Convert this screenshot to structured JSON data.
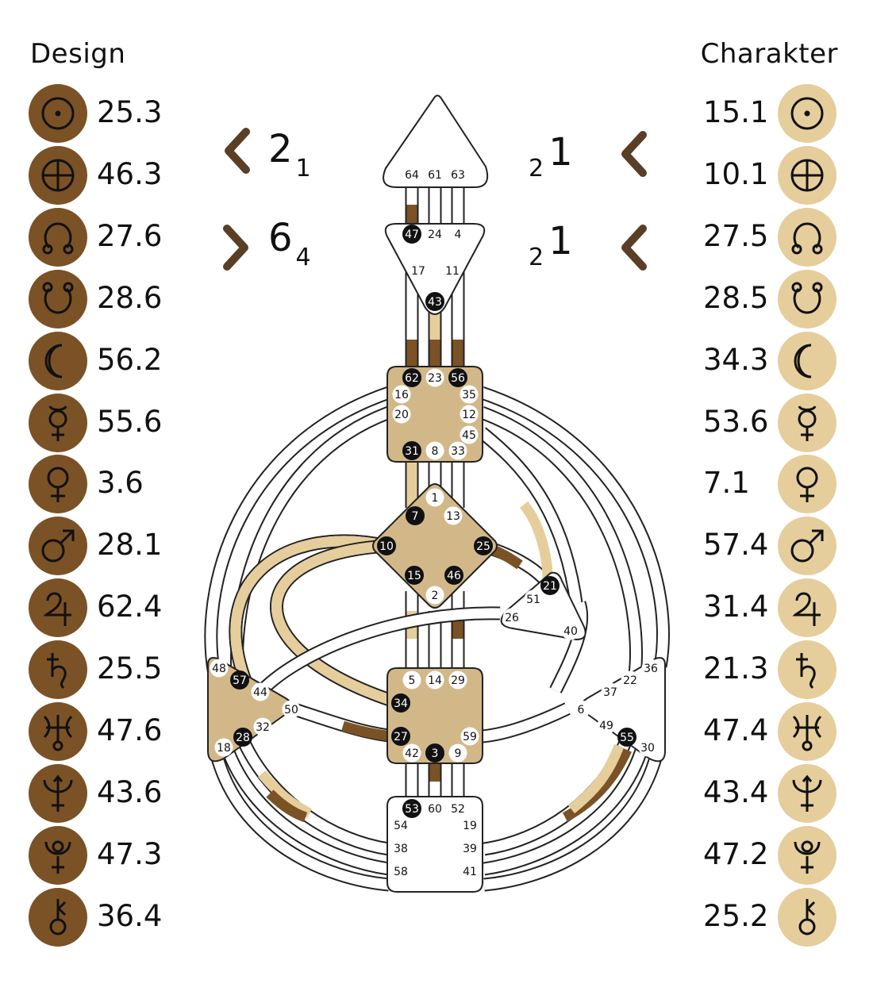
{
  "columns": {
    "design": "Design",
    "personality": "Charakter"
  },
  "colors": {
    "design": "#7a5226",
    "personality": "#e6cd9c",
    "defined_center": "#d2b889",
    "undefined_center": "#ffffff"
  },
  "design": [
    {
      "planet": "sun-icon",
      "value": "25.3"
    },
    {
      "planet": "earth-icon",
      "value": "46.3"
    },
    {
      "planet": "north-node-icon",
      "value": "27.6"
    },
    {
      "planet": "south-node-icon",
      "value": "28.6"
    },
    {
      "planet": "moon-icon",
      "value": "56.2"
    },
    {
      "planet": "mercury-icon",
      "value": "55.6"
    },
    {
      "planet": "venus-icon",
      "value": "3.6"
    },
    {
      "planet": "mars-icon",
      "value": "28.1"
    },
    {
      "planet": "jupiter-icon",
      "value": "62.4"
    },
    {
      "planet": "saturn-icon",
      "value": "25.5"
    },
    {
      "planet": "uranus-icon",
      "value": "47.6"
    },
    {
      "planet": "neptune-icon",
      "value": "43.6"
    },
    {
      "planet": "pluto-icon",
      "value": "47.3"
    },
    {
      "planet": "chiron-icon",
      "value": "36.4"
    }
  ],
  "personality": [
    {
      "planet": "sun-icon",
      "value": "15.1"
    },
    {
      "planet": "earth-icon",
      "value": "10.1"
    },
    {
      "planet": "north-node-icon",
      "value": "27.5"
    },
    {
      "planet": "south-node-icon",
      "value": "28.5"
    },
    {
      "planet": "moon-icon",
      "value": "34.3"
    },
    {
      "planet": "mercury-icon",
      "value": "53.6"
    },
    {
      "planet": "venus-icon",
      "value": "7.1"
    },
    {
      "planet": "mars-icon",
      "value": "57.4"
    },
    {
      "planet": "jupiter-icon",
      "value": "31.4"
    },
    {
      "planet": "saturn-icon",
      "value": "21.3"
    },
    {
      "planet": "uranus-icon",
      "value": "47.4"
    },
    {
      "planet": "neptune-icon",
      "value": "43.4"
    },
    {
      "planet": "pluto-icon",
      "value": "47.2"
    },
    {
      "planet": "chiron-icon",
      "value": "25.2"
    }
  ],
  "variables": {
    "top_left": {
      "arrow": "left-chevron-icon",
      "main": "2",
      "sub": "1"
    },
    "bottom_left": {
      "arrow": "right-chevron-icon",
      "main": "6",
      "sub": "4"
    },
    "top_right": {
      "arrow": "left-chevron-icon",
      "pre": "2",
      "sup": "1"
    },
    "bottom_right": {
      "arrow": "left-chevron-icon",
      "pre": "2",
      "sup": "1"
    }
  },
  "bodygraph": {
    "centers": {
      "head": {
        "defined": false,
        "gates": [
          "64",
          "61",
          "63"
        ]
      },
      "ajna": {
        "defined": false,
        "gates": [
          "47",
          "24",
          "4",
          "17",
          "11",
          "43"
        ]
      },
      "throat": {
        "defined": true,
        "gates": [
          "62",
          "23",
          "56",
          "16",
          "35",
          "20",
          "12",
          "45",
          "31",
          "8",
          "33"
        ]
      },
      "g": {
        "defined": true,
        "gates": [
          "1",
          "7",
          "13",
          "10",
          "25",
          "15",
          "46",
          "2"
        ]
      },
      "heart": {
        "defined": false,
        "gates": [
          "21",
          "51",
          "26",
          "40"
        ]
      },
      "spleen": {
        "defined": true,
        "gates": [
          "48",
          "57",
          "44",
          "50",
          "32",
          "28",
          "18"
        ]
      },
      "sacral": {
        "defined": true,
        "gates": [
          "5",
          "14",
          "29",
          "34",
          "27",
          "59",
          "42",
          "3",
          "9"
        ]
      },
      "solar_plexus": {
        "defined": false,
        "gates": [
          "36",
          "22",
          "37",
          "6",
          "49",
          "55",
          "30"
        ]
      },
      "root": {
        "defined": false,
        "gates": [
          "53",
          "60",
          "52",
          "54",
          "19",
          "38",
          "39",
          "58",
          "41"
        ]
      }
    },
    "active_gates": {
      "design_only": [
        "47",
        "43",
        "62",
        "56",
        "31",
        "7",
        "10",
        "25",
        "15",
        "46",
        "57",
        "28",
        "34",
        "27",
        "3",
        "53",
        "55",
        "21"
      ]
    }
  }
}
